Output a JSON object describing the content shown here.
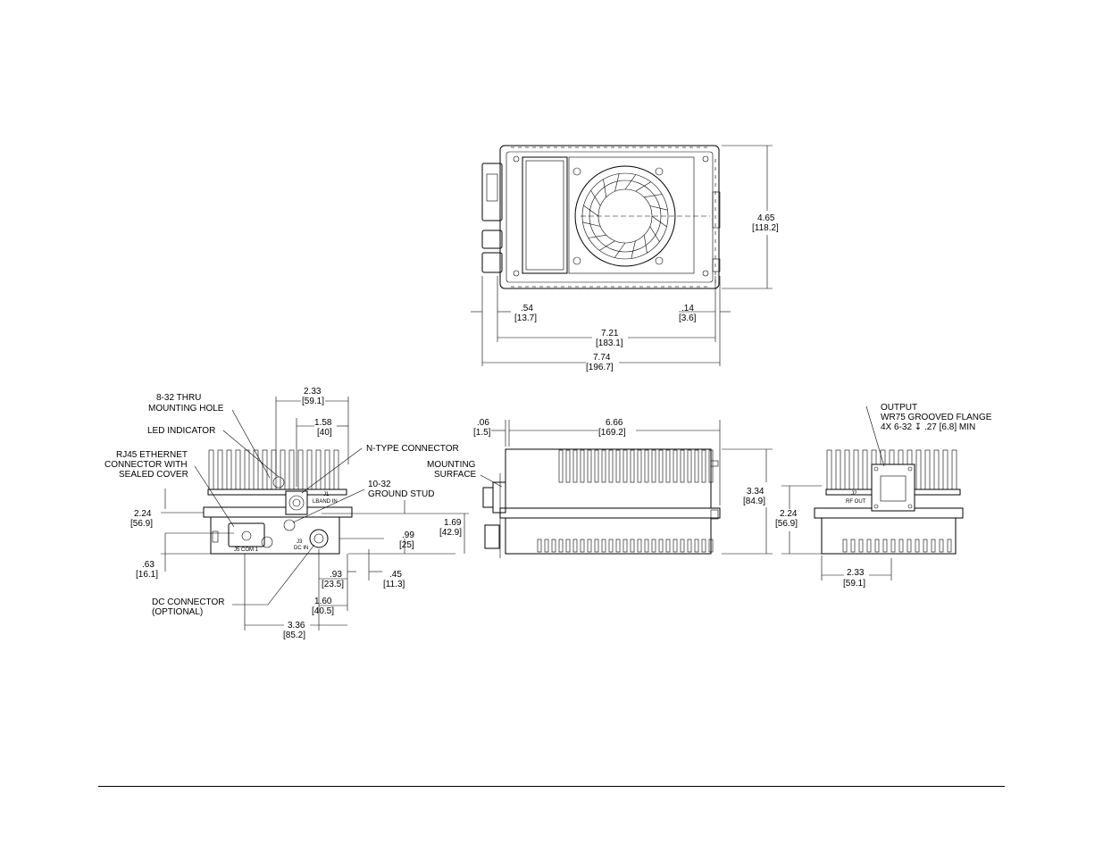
{
  "top_view": {
    "dims": {
      "height_in": "4.65",
      "height_mm": "[118.2]",
      "left_in": ".54",
      "left_mm": "[13.7]",
      "right_in": ".14",
      "right_mm": "[3.6]",
      "mount_in": "7.21",
      "mount_mm": "[183.1]",
      "overall_in": "7.74",
      "overall_mm": "[196.7]"
    }
  },
  "front_view": {
    "callouts": {
      "mount_hole": [
        "8-32 THRU",
        "MOUNTING HOLE"
      ],
      "led": "LED INDICATOR",
      "rj45": [
        "RJ45 ETHERNET",
        "CONNECTOR WITH",
        "SEALED COVER"
      ],
      "ntype": "N-TYPE CONNECTOR",
      "stud": [
        "10-32",
        "GROUND STUD"
      ],
      "dc": [
        "DC CONNECTOR",
        "(OPTIONAL)"
      ]
    },
    "labels": {
      "j1": "J1",
      "lband": "LBAND IN",
      "j5": "J5 COM 1",
      "j3": "J3",
      "dcin": "DC IN"
    },
    "dims": {
      "w233_in": "2.33",
      "w233_mm": "[59.1]",
      "w158_in": "1.58",
      "w158_mm": "[40]",
      "h224_in": "2.24",
      "h224_mm": "[56.9]",
      "h063_in": ".63",
      "h063_mm": "[16.1]",
      "h169_in": "1.69",
      "h169_mm": "[42.9]",
      "h099_in": ".99",
      "h099_mm": "[25]",
      "w093_in": ".93",
      "w093_mm": "[23.5]",
      "w045_in": ".45",
      "w045_mm": "[11.3]",
      "w160_in": "1.60",
      "w160_mm": "[40.5]",
      "w336_in": "3.36",
      "w336_mm": "[85.2]"
    }
  },
  "side_view": {
    "callouts": {
      "mounting_surface": [
        "MOUNTING",
        "SURFACE"
      ]
    },
    "dims": {
      "w006_in": ".06",
      "w006_mm": "[1.5]",
      "w666_in": "6.66",
      "w666_mm": "[169.2]",
      "h334_in": "3.34",
      "h334_mm": "[84.9]"
    }
  },
  "rear_view": {
    "callouts": {
      "output": [
        "OUTPUT",
        "WR75 GROOVED FLANGE",
        "4X 6-32 ↧ .27 [6.8] MIN"
      ]
    },
    "labels": {
      "j2": "J2",
      "rfout": "RF OUT"
    },
    "dims": {
      "h224_in": "2.24",
      "h224_mm": "[56.9]",
      "w233_in": "2.33",
      "w233_mm": "[59.1]"
    }
  }
}
